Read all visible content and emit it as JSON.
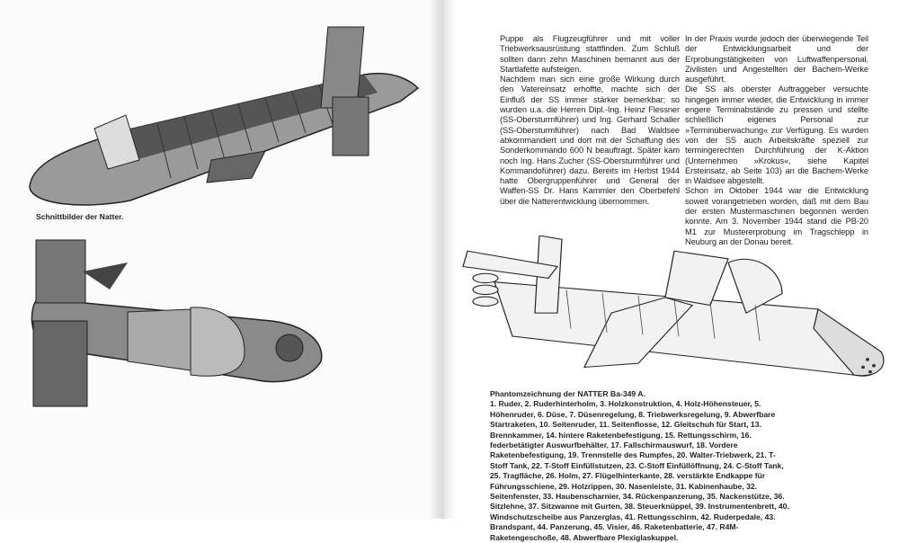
{
  "left_page": {
    "caption": "Schnittbilder der Natter."
  },
  "right_page": {
    "column_left": [
      "Puppe als Flugzeugführer und mit voller Triebwerksausrüstung stattfinden. Zum Schluß sollten dann zehn Maschinen bemannt aus der Startlafette aufsteigen.",
      "Nachdem man sich eine große Wirkung durch den Vatereinsatz erhoffte, machte sich der Einfluß der SS immer stärker bemerkbar; so wurden u.a. die Herren Dipl.-Ing. Heinz Flessner (SS-Obersturmführer) und Ing. Gerhard Schaller (SS-Obersturmführer) nach Bad Waldsee abkommandiert und dort mit der Schaffung des Sonderkommando 600 N beauftragt. Später kam noch Ing. Hans Zucher (SS-Obersturmführer und Kommandoführer) dazu. Bereits im Herbst 1944 hatte Obergruppenführer und General der Waffen-SS Dr. Hans Kammler den Oberbefehl über die Natterentwicklung übernommen."
    ],
    "column_right": [
      "In der Praxis wurde jedoch der überwiegende Teil der Entwicklungsarbeit und der Erprobungstätigkeiten von Luftwaffenpersonal, Zivilisten und Angestellten der Bachem-Werke ausgeführt.",
      "Die SS als oberster Auftraggeber versuchte hingegen immer wieder, die Entwicklung in immer engere Terminabstände zu pressen und stellte schließlich eigenes Personal zur »Terminüberwachung« zur Verfügung. Es wurden von der SS auch Arbeitskräfte speziell zur termingerechten Durchführung der K-Aktion (Unternehmen »Krokus«, siehe Kapitel Ersteinsatz, ab Seite 103) an die Bachem-Werke in Waldsee abgestellt.",
      "Schon im Oktober 1944 war die Entwicklung soweit vorangetrieben worden, daß mit dem Bau der ersten Mustermaschinen begonnen werden konnte. Am 3. November 1944 stand die PB-20 M1 zur Mustererprobung im Tragschlepp in Neuburg an der Donau bereit."
    ],
    "figure_caption_title": "Phantomzeichnung der NATTER Ba-349 A.",
    "figure_caption_body": "1. Ruder, 2. Ruderhinterholm, 3. Holzkonstruktion, 4. Holz-Höhensteuer, 5. Höhenruder, 6. Düse, 7. Düsenregelung, 8. Triebwerksregelung, 9. Abwerfbare Startraketen, 10. Seitenruder, 11. Seitenflosse, 12. Gleitschuh für Start, 13. Brennkammer, 14. hintere Raketenbefestigung, 15. Rettungsschirm, 16. federbetätigter Auswurfbehälter, 17. Fallschirmauswurf, 18. Vordere Raketenbefestigung, 19. Trennstelle des Rumpfes, 20. Walter-Triebwerk, 21. T-Stoff Tank, 22. T-Stoff Einfüllstutzen, 23. C-Stoff Einfüllöffnung, 24. C-Stoff Tank, 25. Tragfläche, 26. Holm, 27. Flügelhinterkante, 28. verstärkte Endkappe für Führungsschiene, 29. Holzrippen, 30. Nasenleiste, 31. Kabinenhaube, 32. Seitenfenster, 33. Haubenscharnier, 34. Rückenpanzerung, 35. Nackenstütze, 36. Sitzlehne, 37. Sitzwanne mit Gurten, 38. Steuerknüppel, 39. Instrumentenbrett, 40. Windschutzscheibe aus Panzerglas, 41. Rettungsschirm, 42. Ruderpedale, 43. Brandspant, 44. Panzerung, 45. Visier, 46. Raketenbatterie, 47. R4M-Raketengeschoße, 48. Abwerfbare Plexiglaskuppel."
  }
}
